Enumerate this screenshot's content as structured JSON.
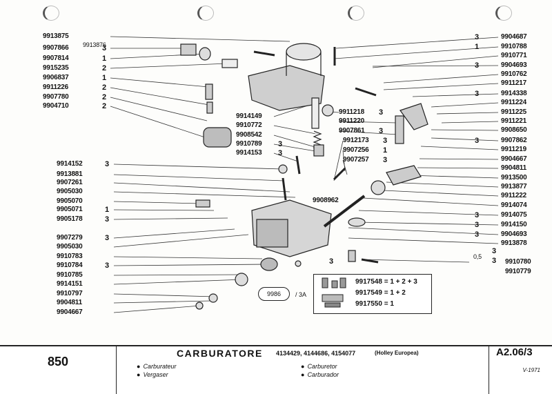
{
  "diagram": {
    "left_parts": [
      {
        "pn": "9913875",
        "qty": ""
      },
      {
        "pn": "9907866",
        "qty": "3"
      },
      {
        "pn": "9907814",
        "qty": "1"
      },
      {
        "pn": "9915235",
        "qty": "2"
      },
      {
        "pn": "9906837",
        "qty": "1"
      },
      {
        "pn": "9911226",
        "qty": "2"
      },
      {
        "pn": "9907780",
        "qty": "2"
      },
      {
        "pn": "9904710",
        "qty": "2"
      }
    ],
    "left_inner": "9913876",
    "left_lower": [
      {
        "pn": "9914152",
        "qty": "3"
      },
      {
        "pn": "9913881",
        "qty": ""
      },
      {
        "pn": "9907261",
        "qty": ""
      },
      {
        "pn": "9905030",
        "qty": ""
      },
      {
        "pn": "9905070",
        "qty": ""
      },
      {
        "pn": "9905071",
        "qty": "1"
      },
      {
        "pn": "9905178",
        "qty": "3"
      },
      {
        "pn": "9907279",
        "qty": "3"
      },
      {
        "pn": "9905030",
        "qty": ""
      },
      {
        "pn": "9910783",
        "qty": ""
      },
      {
        "pn": "9910784",
        "qty": "3"
      },
      {
        "pn": "9910785",
        "qty": ""
      },
      {
        "pn": "9914151",
        "qty": ""
      },
      {
        "pn": "9910797",
        "qty": ""
      },
      {
        "pn": "9904811",
        "qty": ""
      },
      {
        "pn": "9904667",
        "qty": ""
      }
    ],
    "center_parts": [
      {
        "pn": "9914149",
        "qty": ""
      },
      {
        "pn": "9910772",
        "qty": ""
      },
      {
        "pn": "9908542",
        "qty": ""
      },
      {
        "pn": "9910789",
        "qty": "3"
      },
      {
        "pn": "9914153",
        "qty": "3"
      },
      {
        "pn": "9911218",
        "qty": "3"
      },
      {
        "pn": "9911220",
        "qty": ""
      },
      {
        "pn": "9907861",
        "qty": "3"
      },
      {
        "pn": "9912173",
        "qty": "3"
      },
      {
        "pn": "9907256",
        "qty": "1"
      },
      {
        "pn": "9907257",
        "qty": "3"
      }
    ],
    "center_single": "9908962",
    "center_bottom_qty": "3",
    "right_parts": [
      {
        "pn": "9904687",
        "qty": "3"
      },
      {
        "pn": "9910788",
        "qty": "1"
      },
      {
        "pn": "9910771",
        "qty": ""
      },
      {
        "pn": "9904693",
        "qty": "3"
      },
      {
        "pn": "9910762",
        "qty": ""
      },
      {
        "pn": "9911217",
        "qty": ""
      },
      {
        "pn": "9914338",
        "qty": "3"
      },
      {
        "pn": "9911224",
        "qty": ""
      },
      {
        "pn": "9911225",
        "qty": ""
      },
      {
        "pn": "9911221",
        "qty": ""
      },
      {
        "pn": "9908650",
        "qty": ""
      },
      {
        "pn": "9907862",
        "qty": "3"
      },
      {
        "pn": "9911219",
        "qty": ""
      },
      {
        "pn": "9904667",
        "qty": ""
      },
      {
        "pn": "9904811",
        "qty": ""
      },
      {
        "pn": "9913500",
        "qty": ""
      },
      {
        "pn": "9913877",
        "qty": ""
      },
      {
        "pn": "9911222",
        "qty": ""
      },
      {
        "pn": "9914074",
        "qty": ""
      },
      {
        "pn": "9914075",
        "qty": "3"
      },
      {
        "pn": "9914150",
        "qty": "3"
      },
      {
        "pn": "9904693",
        "qty": "3"
      },
      {
        "pn": "9913878",
        "qty": ""
      }
    ],
    "right_bottom": {
      "qty1": "3",
      "note": "0,5",
      "qty2": "3",
      "pn1": "9910780",
      "pn2": "9910779"
    },
    "ref_box": "9986",
    "ref_suffix": "/ 3A",
    "formula": [
      "9917548 = 1 + 2 + 3",
      "9917549 = 1 + 2",
      "9917550 = 1"
    ]
  },
  "footer": {
    "model": "850",
    "title": "CARBURATORE",
    "codes": "4134429,  4144686,  4154077",
    "maker": "(Holley   Europea)",
    "lang_fr": "Carburateur",
    "lang_de": "Vergaser",
    "lang_en": "Carburetor",
    "lang_es": "Carburador",
    "sheet_code": "A2.06/3",
    "date": "V-1971"
  }
}
